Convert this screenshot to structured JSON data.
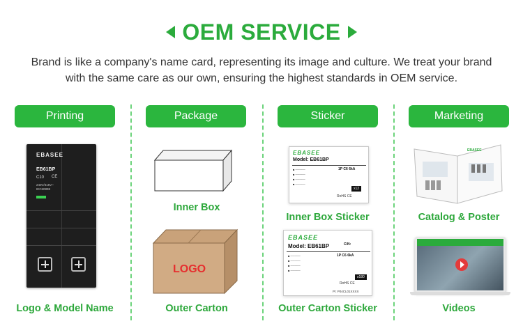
{
  "header": {
    "title": "OEM SERVICE",
    "intro": "Brand is like a company's name card, representing its image and culture. We treat your brand with the same care as our own, ensuring the highest standards in OEM service.",
    "accent_color": "#2bab3c"
  },
  "columns": [
    {
      "label": "Printing",
      "captions": [
        "Logo & Model Name"
      ]
    },
    {
      "label": "Package",
      "captions": [
        "Inner Box",
        "Outer Carton"
      ]
    },
    {
      "label": "Sticker",
      "captions": [
        "Inner Box Sticker",
        "Outer Carton Sticker"
      ]
    },
    {
      "label": "Marketing",
      "captions": [
        "Catalog & Poster",
        "Videos"
      ]
    }
  ],
  "breaker": {
    "brand": "EBASEE",
    "model": "EB61BP",
    "rating": "C10",
    "standard": "240V/415V~ IEC60898"
  },
  "carton": {
    "logo_text": "LOGO"
  },
  "stickers": {
    "inner": {
      "brand": "EBASEE",
      "model": "Model: EB61BP",
      "spec": "1P C6 6kA",
      "badge": "x12",
      "rohs": "RoHS CE"
    },
    "outer": {
      "brand": "EBASEE",
      "model": "Model: EB61BP",
      "cn": "C/N:",
      "spec": "1P C6 6kA",
      "badge": "x180",
      "rohs": "RoHS CE",
      "pi": "PI: P04CL01XXXX"
    }
  },
  "marketing": {
    "catalog_brand": "EBASEE"
  }
}
